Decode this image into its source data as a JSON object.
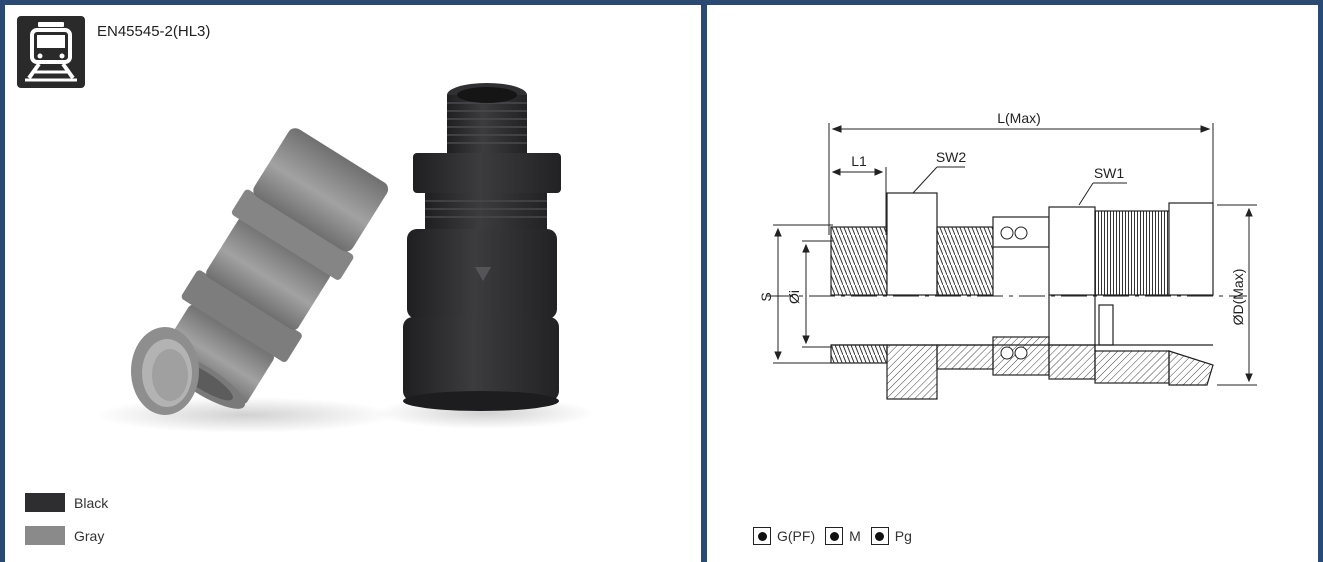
{
  "standard": {
    "icon": "train-icon",
    "label": "EN45545-2(HL3)"
  },
  "colors_legend": [
    {
      "name": "Black",
      "color": "#2e2e30"
    },
    {
      "name": "Gray",
      "color": "#8a8a8a"
    }
  ],
  "drawing": {
    "labels": {
      "length": "L(Max)",
      "l1": "L1",
      "sw2": "SW2",
      "sw1": "SW1",
      "s": "S",
      "inner_diameter": "Øi",
      "outer_diameter": "ØD(Max)"
    }
  },
  "thread_types": [
    {
      "label": "G(PF)"
    },
    {
      "label": "M"
    },
    {
      "label": "Pg"
    }
  ],
  "frame_color": "#2b4a73"
}
